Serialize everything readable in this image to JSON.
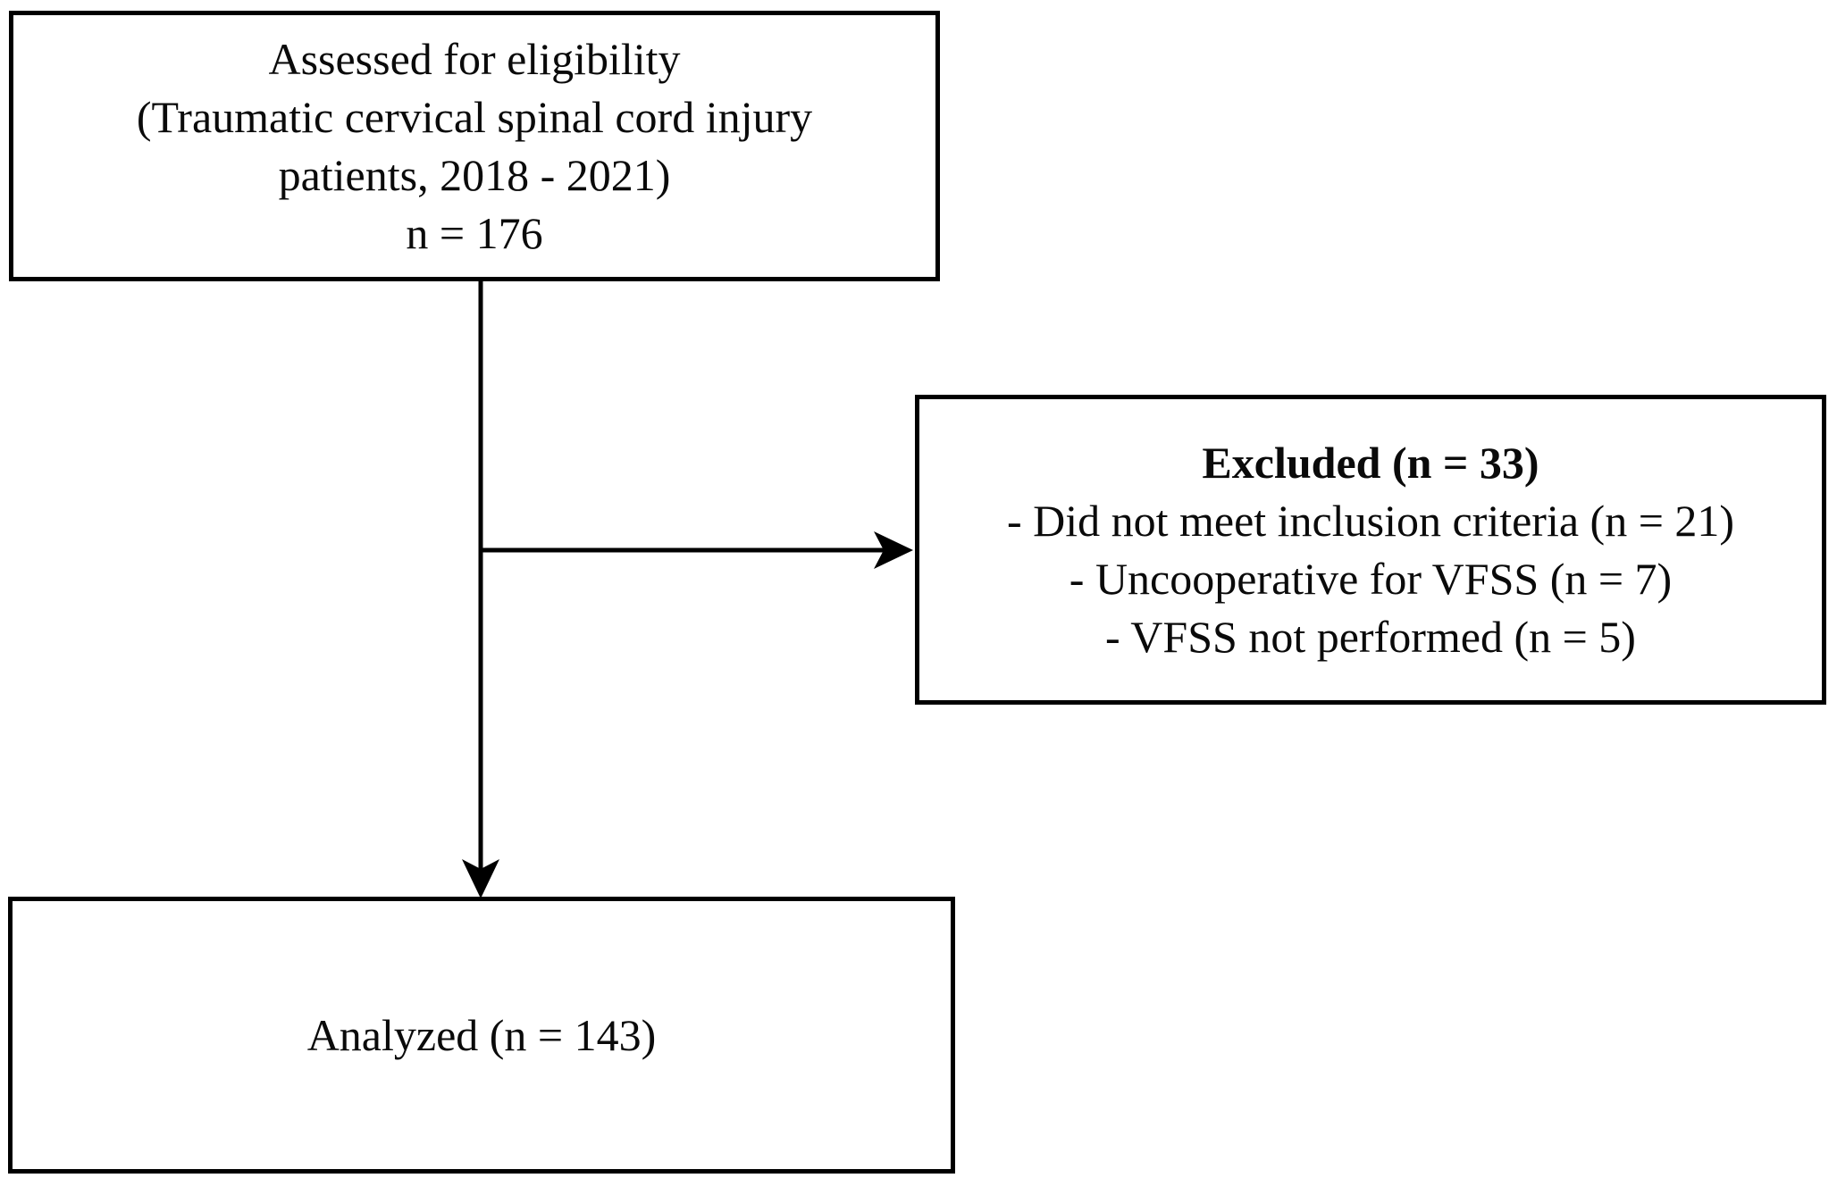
{
  "diagram": {
    "type": "flowchart",
    "subject": "study participant flow",
    "colors": {
      "background": "#ffffff",
      "line": "#000000",
      "text": "#0a0a0a"
    },
    "boxes": {
      "assessed": {
        "line1": "Assessed for eligibility",
        "line2": "(Traumatic cervical spinal cord injury",
        "line3": "patients, 2018 - 2021)",
        "line4": "n = 176"
      },
      "excluded": {
        "title": "Excluded (n = 33)",
        "items": [
          "- Did not meet inclusion criteria (n = 21)",
          "- Uncooperative for VFSS (n = 7)",
          "- VFSS not performed (n = 5)"
        ]
      },
      "analyzed": {
        "label": "Analyzed (n = 143)"
      }
    },
    "connections": [
      {
        "from": "assessed",
        "to": "analyzed",
        "direction": "down"
      },
      {
        "from": "assessed",
        "to": "excluded",
        "direction": "right"
      }
    ]
  }
}
